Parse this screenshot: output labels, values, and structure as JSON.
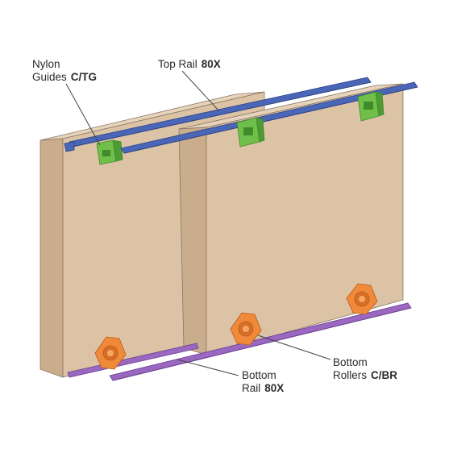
{
  "labels": {
    "nylon_guides": {
      "line1": "Nylon",
      "line2": "Guides",
      "code": "C/TG"
    },
    "top_rail": {
      "text": "Top Rail",
      "code": "80X"
    },
    "bottom_rollers": {
      "line1": "Bottom",
      "line2": "Rollers",
      "code": "C/BR"
    },
    "bottom_rail": {
      "line1": "Bottom",
      "line2": "Rail",
      "code": "80X"
    }
  },
  "colors": {
    "panel_front": "#dcc3a6",
    "panel_side": "#c9ad8d",
    "panel_top": "#e6d3bc",
    "panel_edge": "#8a7560",
    "top_rail": "#4a66b8",
    "top_rail_dark": "#2f4684",
    "guide": "#6fbf4a",
    "guide_dark": "#3f8a2a",
    "roller": "#f08a3a",
    "roller_dark": "#b85a1c",
    "bottom_rail": "#9a68c0",
    "bottom_rail_dark": "#6a3f8f",
    "leader": "#444444"
  }
}
